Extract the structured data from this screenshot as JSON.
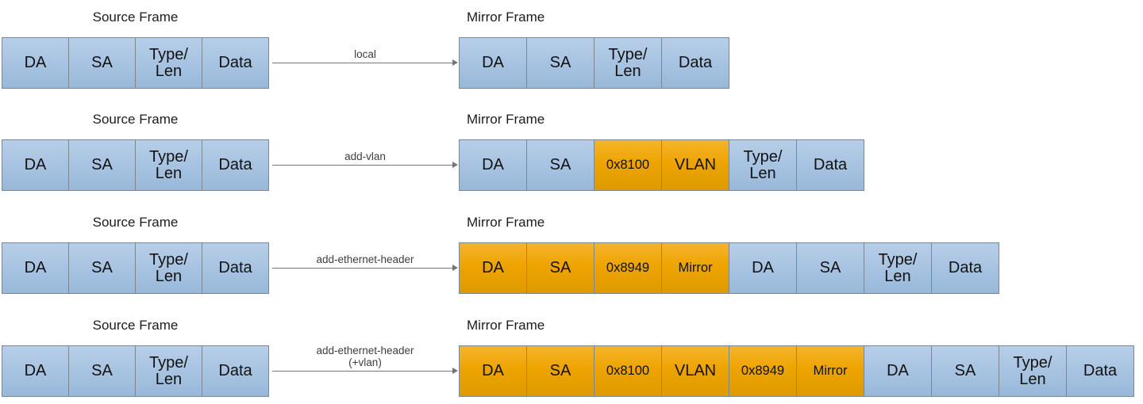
{
  "diagram": {
    "source_frame_title": "Source Frame",
    "mirror_frame_title": "Mirror Frame",
    "rows": [
      {
        "mode": "local",
        "arrow_label_lines": [
          "local"
        ],
        "source_fields": [
          {
            "label": "DA"
          },
          {
            "label": "SA"
          },
          {
            "label": "Type/\nLen"
          },
          {
            "label": "Data"
          }
        ],
        "mirror_fields": [
          {
            "label": "DA"
          },
          {
            "label": "SA"
          },
          {
            "label": "Type/\nLen"
          },
          {
            "label": "Data"
          }
        ]
      },
      {
        "mode": "add-vlan",
        "arrow_label_lines": [
          "add-vlan"
        ],
        "source_fields": [
          {
            "label": "DA"
          },
          {
            "label": "SA"
          },
          {
            "label": "Type/\nLen"
          },
          {
            "label": "Data"
          }
        ],
        "mirror_fields": [
          {
            "label": "DA"
          },
          {
            "label": "SA"
          },
          {
            "label": "0x8100",
            "highlight": true,
            "small": true
          },
          {
            "label": "VLAN",
            "highlight": true
          },
          {
            "label": "Type/\nLen"
          },
          {
            "label": "Data"
          }
        ]
      },
      {
        "mode": "add-ethernet-header",
        "arrow_label_lines": [
          "add-ethernet-header"
        ],
        "source_fields": [
          {
            "label": "DA"
          },
          {
            "label": "SA"
          },
          {
            "label": "Type/\nLen"
          },
          {
            "label": "Data"
          }
        ],
        "mirror_fields": [
          {
            "label": "DA",
            "highlight": true
          },
          {
            "label": "SA",
            "highlight": true
          },
          {
            "label": "0x8949",
            "highlight": true,
            "small": true
          },
          {
            "label": "Mirror",
            "highlight": true,
            "small": true
          },
          {
            "label": "DA"
          },
          {
            "label": "SA"
          },
          {
            "label": "Type/\nLen"
          },
          {
            "label": "Data"
          }
        ]
      },
      {
        "mode": "add-ethernet-header (+vlan)",
        "arrow_label_lines": [
          "add-ethernet-header",
          "(+vlan)"
        ],
        "source_fields": [
          {
            "label": "DA"
          },
          {
            "label": "SA"
          },
          {
            "label": "Type/\nLen"
          },
          {
            "label": "Data"
          }
        ],
        "mirror_fields": [
          {
            "label": "DA",
            "highlight": true
          },
          {
            "label": "SA",
            "highlight": true
          },
          {
            "label": "0x8100",
            "highlight": true,
            "small": true
          },
          {
            "label": "VLAN",
            "highlight": true
          },
          {
            "label": "0x8949",
            "highlight": true,
            "small": true
          },
          {
            "label": "Mirror",
            "highlight": true,
            "small": true
          },
          {
            "label": "DA"
          },
          {
            "label": "SA"
          },
          {
            "label": "Type/\nLen"
          },
          {
            "label": "Data"
          }
        ]
      }
    ],
    "colors": {
      "field_blue_top": "#b7cee8",
      "field_blue_bottom": "#98b8da",
      "field_orange_top": "#f6b42c",
      "field_orange_mid": "#eda400",
      "field_orange_bottom": "#de9a00",
      "box_border": "#7d8791",
      "arrow": "#757575",
      "box_text": "#121212",
      "arrow_label_text": "#3d3d3d",
      "title_text": "#1c1c1c"
    }
  }
}
